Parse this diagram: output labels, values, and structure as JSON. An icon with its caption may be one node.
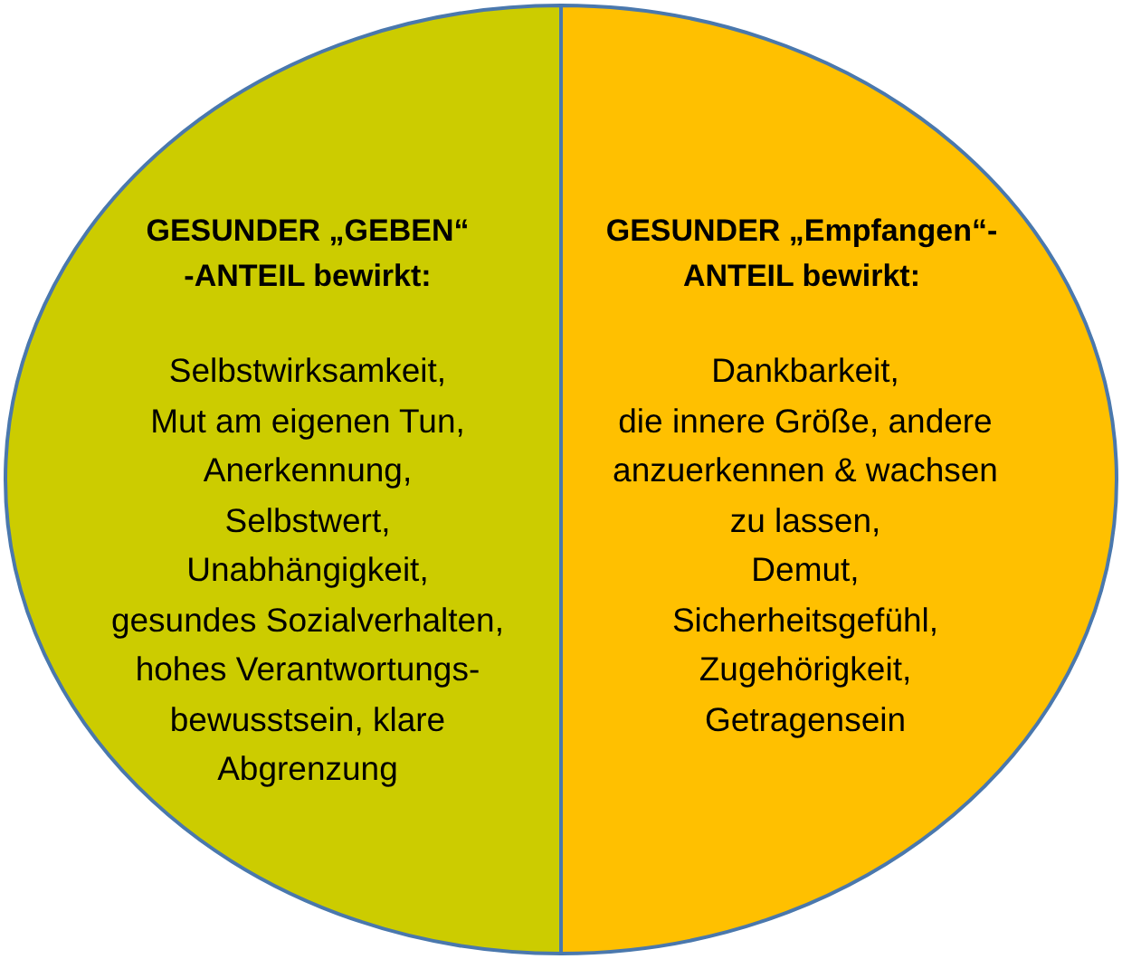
{
  "diagram": {
    "nodes": [
      {
        "text": [
          "GESUNDER „GEBEN“ -ANTEIL bewirkt:",
          "Selbstwirksamkeit, Mut am eigenen Tun, Anerkennung, Selbstwert, Unabhängigkeit, gesundes Sozialverhalten, hohes Verantwortungs- bewusstsein, klare Abgrenzung"
        ]
      },
      {
        "text": [
          "GESUNDER „Empfangen“- ANTEIL bewirkt:",
          "Dankbarkeit, die innere Größe, andere anzuerkennen & wachsen zu lassen, Demut, Sicherheitsgefühl, Zugehörigkeit, Getragensein"
        ]
      }
    ]
  }
}
